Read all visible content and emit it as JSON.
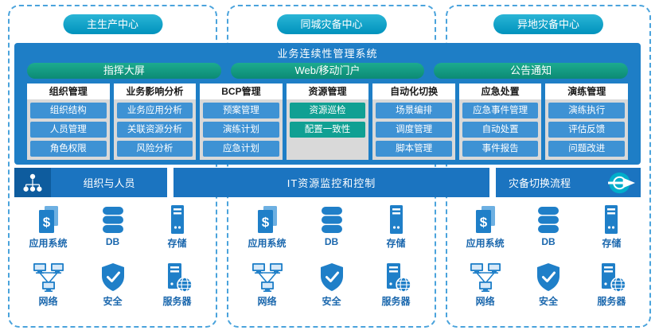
{
  "zones": [
    {
      "label": "主生产中心"
    },
    {
      "label": "同城灾备中心"
    },
    {
      "label": "异地灾备中心"
    }
  ],
  "system": {
    "title": "业务连续性管理系统",
    "portals": [
      "指挥大屏",
      "Web/移动门户",
      "公告通知"
    ],
    "modules": [
      {
        "title": "组织管理",
        "items": [
          "组织结构",
          "人员管理",
          "角色权限"
        ]
      },
      {
        "title": "业务影响分析",
        "items": [
          "业务应用分析",
          "关联资源分析",
          "风险分析"
        ]
      },
      {
        "title": "BCP管理",
        "items": [
          "预案管理",
          "演练计划",
          "应急计划"
        ]
      },
      {
        "title": "资源管理",
        "items": [
          "资源巡检",
          "配置一致性"
        ]
      },
      {
        "title": "自动化切换",
        "items": [
          "场景编排",
          "调度管理",
          "脚本管理"
        ]
      },
      {
        "title": "应急处置",
        "items": [
          "应急事件管理",
          "自动处置",
          "事件报告"
        ]
      },
      {
        "title": "演练管理",
        "items": [
          "演练执行",
          "评估反馈",
          "问题改进"
        ]
      }
    ]
  },
  "control_row": {
    "org_personnel": "组织与人员",
    "it_monitoring": "IT资源监控和控制",
    "dr_switch": "灾备切换流程"
  },
  "infrastructure": {
    "items": [
      {
        "label": "应用系统",
        "icon": "app-system-icon"
      },
      {
        "label": "DB",
        "icon": "database-icon"
      },
      {
        "label": "存储",
        "icon": "storage-icon"
      },
      {
        "label": "网络",
        "icon": "network-icon"
      },
      {
        "label": "安全",
        "icon": "security-icon"
      },
      {
        "label": "服务器",
        "icon": "server-icon"
      }
    ]
  },
  "colors": {
    "zone_border": "#4aa3dc",
    "zone_pill_teal": "#00a2c4",
    "portal_green": "#12a188",
    "panel_blue": "#1e7ec6",
    "module_button_blue": "#3e92d4",
    "module_button_teal": "#10a093",
    "bar_blue": "#1b74c0",
    "icon_blue": "#1f7fc8",
    "go_circle_teal": "#00aecb"
  }
}
